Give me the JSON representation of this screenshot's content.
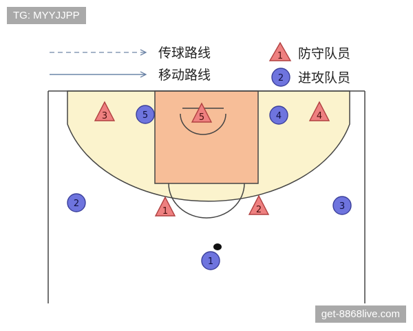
{
  "legend": {
    "pass_label": "传球路线",
    "move_label": "移动路线",
    "defender_label": "防守队员",
    "defender_sample": "1",
    "attacker_label": "进攻队员",
    "attacker_sample": "2"
  },
  "defenders": [
    {
      "id": "defender-1",
      "label": "1"
    },
    {
      "id": "defender-2",
      "label": "2"
    },
    {
      "id": "defender-3",
      "label": "3"
    },
    {
      "id": "defender-4",
      "label": "4"
    },
    {
      "id": "defender-5",
      "label": "5"
    }
  ],
  "attackers": [
    {
      "id": "attacker-1",
      "label": "1"
    },
    {
      "id": "attacker-2",
      "label": "2"
    },
    {
      "id": "attacker-3",
      "label": "3"
    },
    {
      "id": "attacker-4",
      "label": "4"
    },
    {
      "id": "attacker-5",
      "label": "5"
    }
  ],
  "watermarks": {
    "top_left": "TG: MYYJJPP",
    "bottom_right": "get-8868live.com"
  },
  "colors": {
    "three_point_area": "#fbf3cd",
    "paint": "#f7be98",
    "court_line": "#444444",
    "defender_fill": "#ee8080",
    "defender_stroke": "#b04040",
    "attacker_fill": "#6e74de",
    "attacker_stroke": "#3a3f9a",
    "pass_line": "#6f86a8",
    "move_line": "#4e6d96",
    "ball": "#111111"
  }
}
